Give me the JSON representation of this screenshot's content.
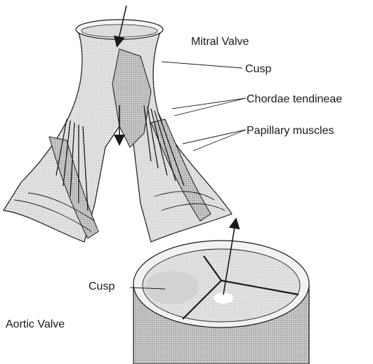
{
  "labels": {
    "mitral_valve": "Mitral Valve",
    "mitral_cusp": "Cusp",
    "chordae": "Chordae tendineae",
    "papillary": "Papillary muscles",
    "aortic_cusp": "Cusp",
    "aortic_valve": "Aortic Valve"
  },
  "colors": {
    "ink": "#1a1a1a",
    "tissue_light": "#e6e6e6",
    "tissue_mid": "#c9c9c9",
    "tissue_dark": "#9a9a9a"
  }
}
